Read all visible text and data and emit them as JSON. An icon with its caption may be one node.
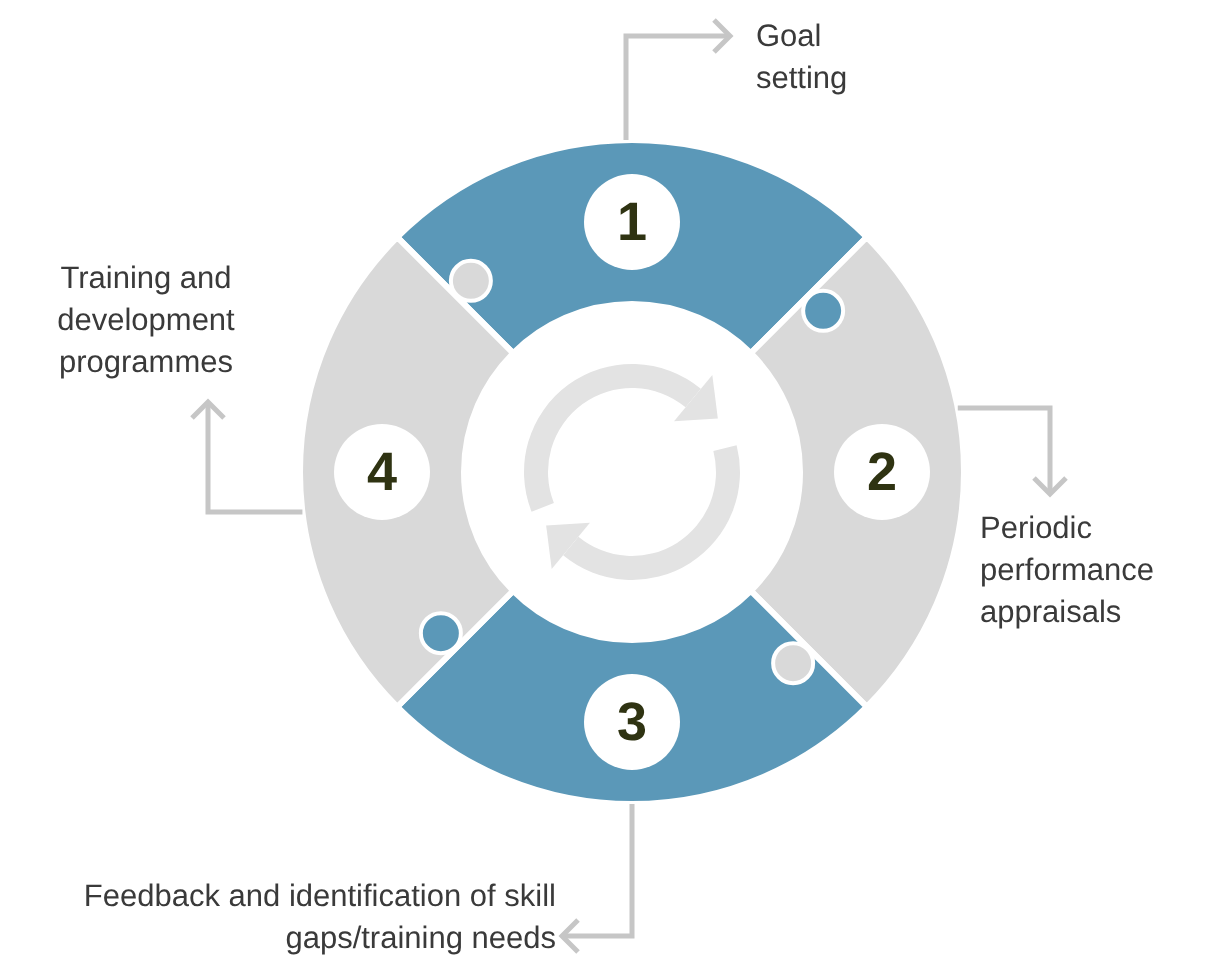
{
  "diagram": {
    "nodes": [
      {
        "text": [
          "1"
        ]
      },
      {
        "text": [
          "2"
        ]
      },
      {
        "text": [
          "3"
        ]
      },
      {
        "text": [
          "4"
        ]
      },
      {
        "text": [
          "Goal setting"
        ]
      },
      {
        "text": [
          "Periodic performance appraisals"
        ]
      },
      {
        "text": [
          "Feedback and identification of skill gaps/training needs"
        ]
      },
      {
        "text": [
          "Training and development programmes"
        ]
      }
    ],
    "edges": [
      {
        "from": 0,
        "to": 4,
        "arrow": "to"
      },
      {
        "from": 1,
        "to": 5,
        "arrow": "to"
      },
      {
        "from": 2,
        "to": 6,
        "arrow": "to"
      },
      {
        "from": 3,
        "to": 7,
        "arrow": "to"
      }
    ]
  }
}
